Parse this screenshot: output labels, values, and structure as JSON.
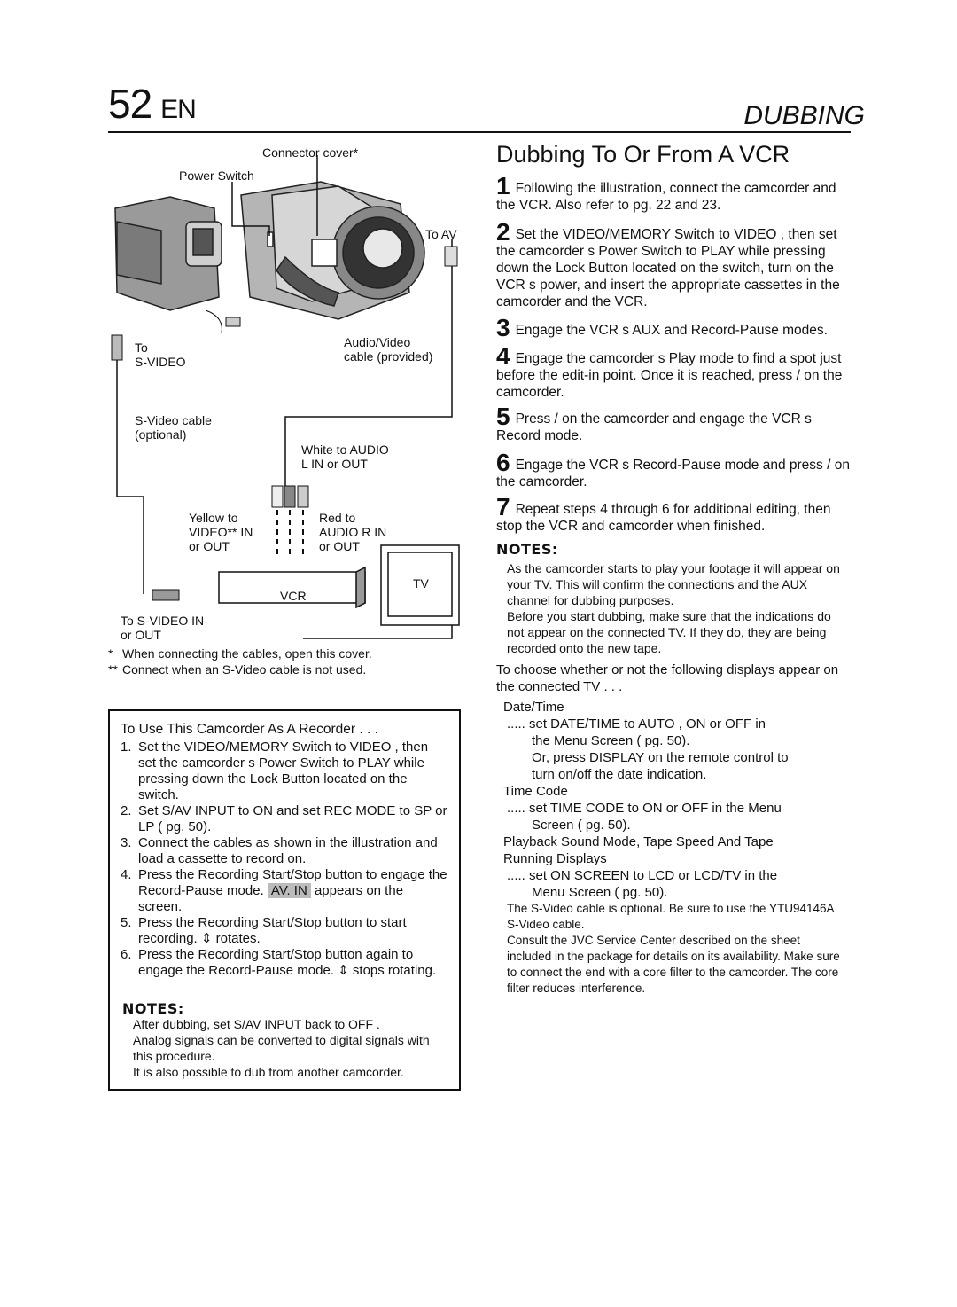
{
  "header": {
    "page_number": "52",
    "lang": "EN",
    "section": "DUBBING"
  },
  "diagram": {
    "connector_cover": "Connector cover*",
    "power_switch": "Power Switch",
    "to_av": "To AV",
    "to_svideo": "To\nS-VIDEO",
    "av_cable": "Audio/Video\ncable (provided)",
    "svideo_cable": "S-Video cable\n(optional)",
    "white_audio": "White to AUDIO\nL IN or OUT",
    "yellow_video": "Yellow to\nVIDEO** IN\nor OUT",
    "red_audio": "Red to\nAUDIO R IN\nor OUT",
    "tv": "TV",
    "vcr": "VCR",
    "to_svideo_in": "To S-VIDEO IN\nor OUT"
  },
  "footnotes": [
    {
      "mark": "*",
      "text": "When connecting the cables, open this cover."
    },
    {
      "mark": "**",
      "text": "Connect when an S-Video cable is not used."
    }
  ],
  "right": {
    "title": "Dubbing To Or From A VCR",
    "steps": [
      {
        "n": "1",
        "text": "Following the illustration, connect the camcorder and the VCR. Also refer to pg. 22 and 23."
      },
      {
        "n": "2",
        "text": "Set the VIDEO/MEMORY Switch to  VIDEO , then set the camcorder s Power Switch to  PLAY while pressing down the Lock Button located on the switch, turn on the VCR s power, and insert the appropriate cassettes in the camcorder and the VCR."
      },
      {
        "n": "3",
        "text": "Engage the VCR s AUX and Record-Pause modes."
      },
      {
        "n": "4",
        "text": "Engage the camcorder s Play mode to find a spot just before the edit-in point. Once it is reached, press   /   on the camcorder."
      },
      {
        "n": "5",
        "text": "Press   /   on the camcorder and engage the VCR s Record mode."
      },
      {
        "n": "6",
        "text": "Engage the VCR s  Record-Pause mode and press   /   on the camcorder."
      },
      {
        "n": "7",
        "text": "Repeat steps 4 through 6 for additional editing, then stop the VCR and camcorder when finished."
      }
    ],
    "notes_heading": "NOTES:",
    "notes": [
      "As the camcorder starts to play your footage it will appear on your TV. This will confirm the connections and the AUX channel for dubbing purposes.",
      "Before you start dubbing, make sure that the indications do not appear on the connected TV. If they do, they are being recorded onto the new tape."
    ],
    "choose_text": "To choose whether or not the following displays appear on the connected TV . . .",
    "items": [
      {
        "title": "Date/Time",
        "lines": [
          ".....  set  DATE/TIME  to  AUTO ,  ON  or  OFF  in",
          "the Menu Screen (     pg. 50).",
          "Or, press DISPLAY  on the remote control to",
          "turn on/off the date indication."
        ]
      },
      {
        "title": "Time Code",
        "lines": [
          ".....  set  TIME CODE  to  ON  or  OFF  in the Menu",
          "Screen (     pg. 50)."
        ]
      },
      {
        "title": "Playback Sound Mode, Tape Speed And Tape Running Displays",
        "lines": [
          ".....  set  ON SCREEN  to  LCD  or  LCD/TV  in the",
          "Menu Screen (     pg. 50)."
        ]
      }
    ],
    "extra_notes": [
      "The S-Video cable is optional. Be sure to use the YTU94146A S-Video cable.",
      "Consult the JVC Service Center described on the sheet included in the package for details on its availability. Make sure to connect the end with a core filter to the camcorder. The core filter reduces interference."
    ]
  },
  "recorder_box": {
    "title": "To Use This Camcorder As A Recorder . . .",
    "steps": [
      "Set the VIDEO/MEMORY Switch to  VIDEO , then set the camcorder s Power Switch to  PLAY  while pressing down the Lock Button located on the switch.",
      "Set  S/AV INPUT  to  ON  and set  REC MODE  to  SP  or  LP  (     pg. 50).",
      "Connect the cables as shown in the illustration and load a cassette to record on.",
      "Press the Recording Start/Stop button to engage the Record-Pause mode.",
      "Press the Recording Start/Stop button to start recording.",
      "Press the Recording Start/Stop button again to engage the Record-Pause mode."
    ],
    "step4_tag": "AV. IN",
    "step4_tail": "appears on the screen.",
    "step5_tail": "rotates.",
    "step6_tail": "stops rotating.",
    "notes_heading": "NOTES:",
    "notes": [
      "After dubbing, set  S/AV INPUT  back to  OFF .",
      "Analog signals can be converted to digital signals with this procedure.",
      "It is also possible to dub from another camcorder."
    ]
  }
}
